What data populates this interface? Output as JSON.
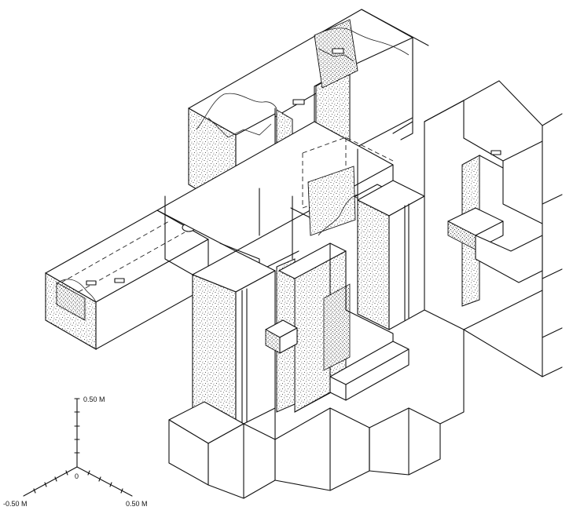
{
  "scale": {
    "vertical_label": "0.50 M",
    "left_label": "-0.50 M",
    "right_label": "0.50 M",
    "origin_label": "0"
  }
}
